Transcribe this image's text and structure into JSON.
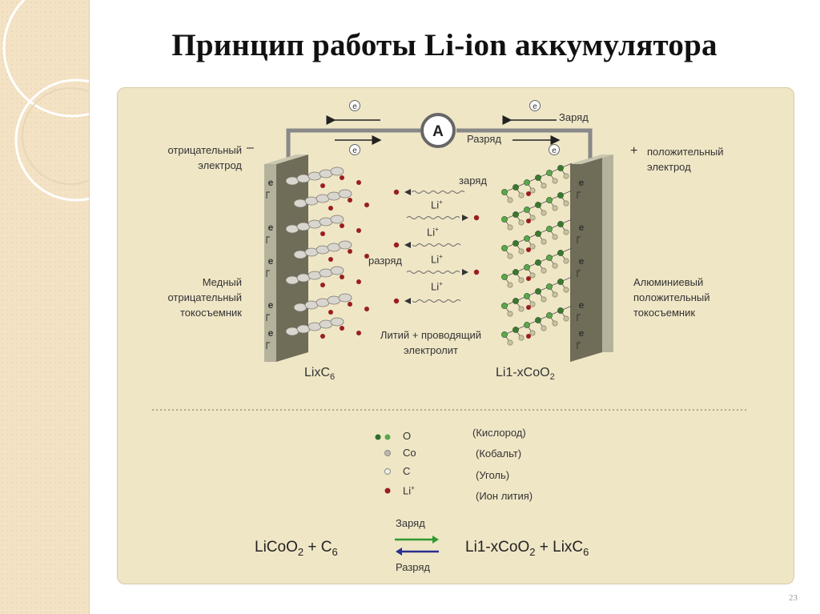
{
  "title": "Принцип работы Li-ion аккумулятора",
  "page_number": "23",
  "diagram": {
    "ammeter": "A",
    "electron": "e",
    "top_charge": "Заряд",
    "top_discharge": "Разряд",
    "negative_electrode": [
      "отрицательный",
      "электрод"
    ],
    "negative_sign": "–",
    "positive_electrode": [
      "положительный",
      "электрод"
    ],
    "positive_sign": "+",
    "copper_collector": [
      "Медный",
      "отрицательный",
      "токосъемник"
    ],
    "aluminium_collector": [
      "Алюминиевый",
      "положительный",
      "токосъемник"
    ],
    "ion": "Li",
    "ion_charge_sign": "+",
    "center_charge": "заряд",
    "center_discharge": "разряд",
    "electrolyte": [
      "Литий + проводящий",
      "электролит"
    ],
    "anode_formula": "LixC",
    "anode_sub": "6",
    "cathode_formula": "Li1-xCoO",
    "cathode_sub": "2"
  },
  "legend": {
    "items": [
      {
        "symbol": "O",
        "description": "(Кислород)"
      },
      {
        "symbol": "Co",
        "description": "(Кобальт)"
      },
      {
        "symbol": "C",
        "description": "(Уголь)"
      },
      {
        "symbol": "Li",
        "sup": "+",
        "description": "(Ион лития)"
      }
    ]
  },
  "equation": {
    "left": "LiCoO",
    "left_sub": "2",
    "left_plus": " + C",
    "left_sub2": "6",
    "right": "Li1-xCoO",
    "right_sub": "2",
    "right_plus": " + LixC",
    "right_sub2": "6",
    "forward_label": "Заряд",
    "reverse_label": "Разряд"
  },
  "colors": {
    "panel_bg": "#efe6c6",
    "electrode_face": "#8e8a74",
    "carbon_layer": "#d9d6cf",
    "lithium_ion": "#9a1e1e",
    "oxygen": "#3a7a2f",
    "cobalt": "#c8c3a0",
    "forward_arrow": "#2f9a2f",
    "reverse_arrow": "#2a2f8f"
  }
}
